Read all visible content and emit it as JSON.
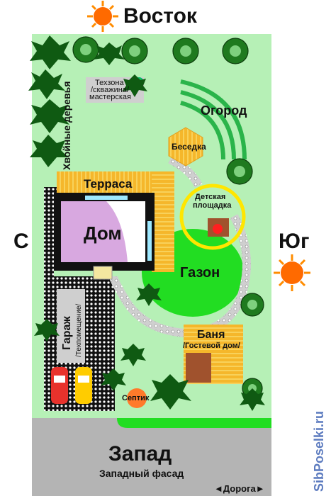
{
  "compass": {
    "east": "Восток",
    "north": "С",
    "south": "Юг",
    "west": "Запад",
    "west_facade": "Западный фасад"
  },
  "labels": {
    "utility_zone_line1": "Техзона",
    "utility_zone_line2": "/скважина/",
    "utility_zone_line3": "мастерская",
    "vegetable_garden": "Огород",
    "conifers": "Хвойные деревья",
    "gazebo": "Беседка",
    "terrace": "Терраса",
    "playground_line1": "Детская",
    "playground_line2": "площадка",
    "house": "Дом",
    "lawn": "Газон",
    "garage": "Гараж",
    "garage_sub": "/Техпомещение/",
    "bathhouse": "Баня",
    "bathhouse_sub": "/Гостевой дом/",
    "septic": "Септик",
    "road": "◄Дорога►",
    "watermark": "SibPoselki.ru"
  },
  "colors": {
    "plot": "#b6f0b6",
    "lawn": "#22dd22",
    "tree": "#1f7a1f",
    "sun": "#ff6a00",
    "terrace": "#f4b428",
    "house": "#d6a6de",
    "road": "#b4b4b4",
    "watermark": "#5c7bbf"
  }
}
